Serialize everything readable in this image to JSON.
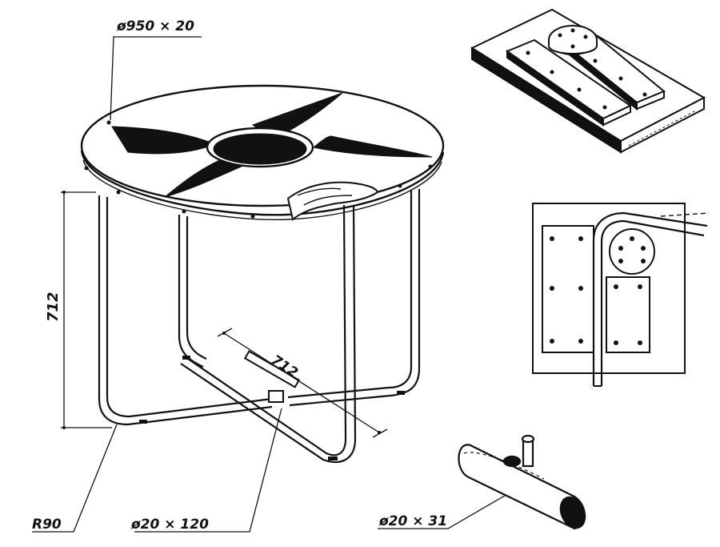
{
  "labels": {
    "top_diameter": "ø950 × 20",
    "height": "712",
    "base_span": "712",
    "bend_radius": "R90",
    "bar": "ø20 × 120",
    "sleeve": "ø20 × 31"
  },
  "colors": {
    "ink": "#111111",
    "paper": "#ffffff"
  }
}
